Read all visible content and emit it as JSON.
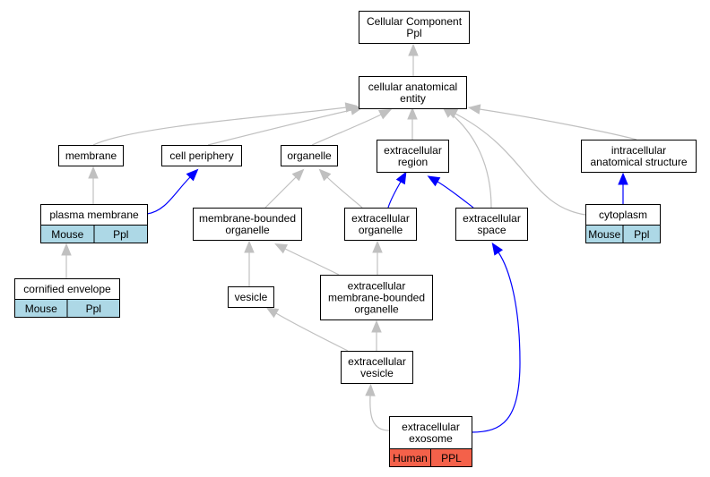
{
  "nodes": [
    {
      "id": "cellular-component",
      "lines": [
        "Cellular Component",
        "Ppl"
      ]
    },
    {
      "id": "cellular-anatomical-entity",
      "lines": [
        "cellular anatomical",
        "entity"
      ]
    },
    {
      "id": "membrane",
      "lines": [
        "membrane"
      ]
    },
    {
      "id": "cell-periphery",
      "lines": [
        "cell periphery"
      ]
    },
    {
      "id": "organelle",
      "lines": [
        "organelle"
      ]
    },
    {
      "id": "extracellular-region",
      "lines": [
        "extracellular",
        "region"
      ]
    },
    {
      "id": "intracellular-anatomical-structure",
      "lines": [
        "intracellular",
        "anatomical structure"
      ]
    },
    {
      "id": "plasma-membrane",
      "lines": [
        "plasma membrane"
      ],
      "tags": [
        "Mouse",
        "Ppl"
      ],
      "tag_color": "#add8e6"
    },
    {
      "id": "membrane-bounded-organelle",
      "lines": [
        "membrane-bounded",
        "organelle"
      ]
    },
    {
      "id": "extracellular-organelle",
      "lines": [
        "extracellular",
        "organelle"
      ]
    },
    {
      "id": "extracellular-space",
      "lines": [
        "extracellular",
        "space"
      ]
    },
    {
      "id": "cytoplasm",
      "lines": [
        "cytoplasm"
      ],
      "tags": [
        "Mouse",
        "Ppl"
      ],
      "tag_color": "#add8e6"
    },
    {
      "id": "cornified-envelope",
      "lines": [
        "cornified envelope"
      ],
      "tags": [
        "Mouse",
        "Ppl"
      ],
      "tag_color": "#add8e6"
    },
    {
      "id": "vesicle",
      "lines": [
        "vesicle"
      ]
    },
    {
      "id": "extracellular-membrane-bounded-organelle",
      "lines": [
        "extracellular",
        "membrane-bounded",
        "organelle"
      ]
    },
    {
      "id": "extracellular-vesicle",
      "lines": [
        "extracellular",
        "vesicle"
      ]
    },
    {
      "id": "extracellular-exosome",
      "lines": [
        "extracellular",
        "exosome"
      ],
      "tags": [
        "Human",
        "PPL"
      ],
      "tag_color": "#f4614a"
    }
  ],
  "edges": [
    {
      "from": "cellular-anatomical-entity",
      "to": "cellular-component",
      "color": "#c0c0c0"
    },
    {
      "from": "membrane",
      "to": "cellular-anatomical-entity",
      "color": "#c0c0c0"
    },
    {
      "from": "cell-periphery",
      "to": "cellular-anatomical-entity",
      "color": "#c0c0c0"
    },
    {
      "from": "organelle",
      "to": "cellular-anatomical-entity",
      "color": "#c0c0c0"
    },
    {
      "from": "extracellular-region",
      "to": "cellular-anatomical-entity",
      "color": "#c0c0c0"
    },
    {
      "from": "intracellular-anatomical-structure",
      "to": "cellular-anatomical-entity",
      "color": "#c0c0c0"
    },
    {
      "from": "extracellular-space",
      "to": "cellular-anatomical-entity",
      "color": "#c0c0c0"
    },
    {
      "from": "cytoplasm",
      "to": "cellular-anatomical-entity",
      "color": "#c0c0c0"
    },
    {
      "from": "plasma-membrane",
      "to": "membrane",
      "color": "#c0c0c0"
    },
    {
      "from": "plasma-membrane",
      "to": "cell-periphery",
      "color": "#0000ff"
    },
    {
      "from": "membrane-bounded-organelle",
      "to": "organelle",
      "color": "#c0c0c0"
    },
    {
      "from": "extracellular-organelle",
      "to": "organelle",
      "color": "#c0c0c0"
    },
    {
      "from": "extracellular-organelle",
      "to": "extracellular-region",
      "color": "#0000ff"
    },
    {
      "from": "extracellular-space",
      "to": "extracellular-region",
      "color": "#0000ff"
    },
    {
      "from": "cytoplasm",
      "to": "intracellular-anatomical-structure",
      "color": "#0000ff"
    },
    {
      "from": "cornified-envelope",
      "to": "plasma-membrane",
      "color": "#c0c0c0"
    },
    {
      "from": "vesicle",
      "to": "membrane-bounded-organelle",
      "color": "#c0c0c0"
    },
    {
      "from": "extracellular-membrane-bounded-organelle",
      "to": "membrane-bounded-organelle",
      "color": "#c0c0c0"
    },
    {
      "from": "extracellular-membrane-bounded-organelle",
      "to": "extracellular-organelle",
      "color": "#c0c0c0"
    },
    {
      "from": "extracellular-vesicle",
      "to": "vesicle",
      "color": "#c0c0c0"
    },
    {
      "from": "extracellular-vesicle",
      "to": "extracellular-membrane-bounded-organelle",
      "color": "#c0c0c0"
    },
    {
      "from": "extracellular-exosome",
      "to": "extracellular-vesicle",
      "color": "#c0c0c0"
    },
    {
      "from": "extracellular-exosome",
      "to": "extracellular-space",
      "color": "#0000ff"
    }
  ]
}
